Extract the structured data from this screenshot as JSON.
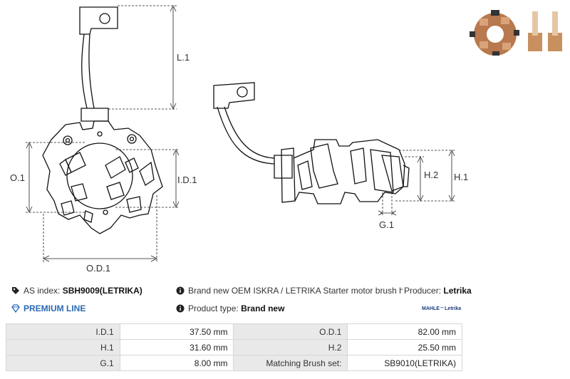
{
  "dimensions": {
    "l1": "L.1",
    "o1": "O.1",
    "i1": "I.D.1",
    "od1": "O.D.1",
    "h2": "H.2",
    "h1": "H.1",
    "g1": "G.1"
  },
  "info": {
    "as_index_label": "AS index:",
    "as_index_value": "SBH9009(LETRIKA)",
    "premium": "PREMIUM LINE",
    "description": "Brand new OEM ISKRA / LETRIKA Starter motor brush holder",
    "producer_label": "Producer:",
    "producer_value": "Letrika",
    "product_type_label": "Product type:",
    "product_type_value": "Brand new",
    "logo_left": "MAHLE",
    "logo_right": "Letrika"
  },
  "specs": [
    {
      "l1": "I.D.1",
      "v1": "37.50 mm",
      "l2": "O.D.1",
      "v2": "82.00 mm"
    },
    {
      "l1": "H.1",
      "v1": "31.60 mm",
      "l2": "H.2",
      "v2": "25.50 mm"
    },
    {
      "l1": "G.1",
      "v1": "8.00 mm",
      "l2": "Matching Brush set:",
      "v2": "SB9010(LETRIKA)"
    }
  ],
  "colors": {
    "accent": "#2a6ab3",
    "table_label_bg": "#e9e9e9",
    "copper": "#c8875a"
  }
}
